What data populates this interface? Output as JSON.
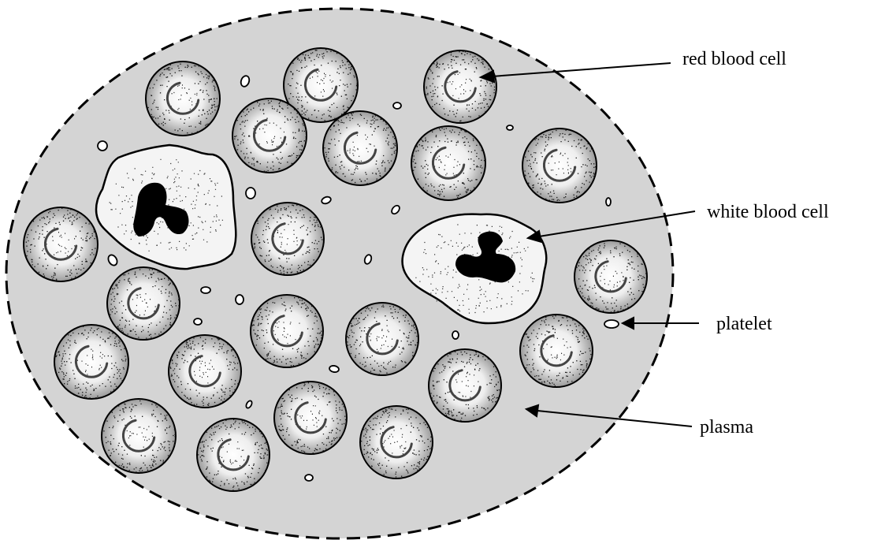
{
  "labels": {
    "red_blood_cell": "red blood cell",
    "white_blood_cell": "white blood cell",
    "platelet": "platelet",
    "plasma": "plasma"
  },
  "colors": {
    "plasma": "#d4d4d4",
    "cell_fill": "#f4f4f4",
    "stipple": "#1a1a1a",
    "outline": "#000000"
  }
}
